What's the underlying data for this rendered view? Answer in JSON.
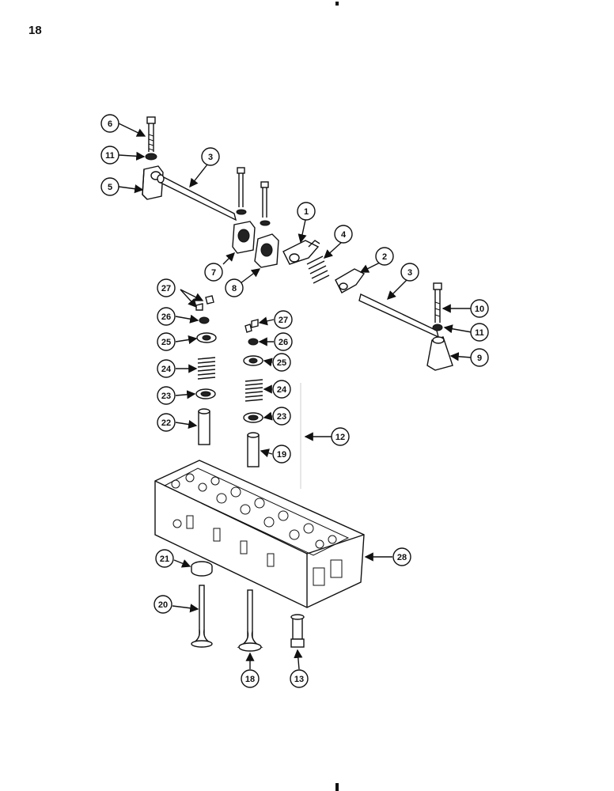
{
  "page": {
    "number": "18"
  },
  "callouts": [
    "1",
    "2",
    "3",
    "3",
    "4",
    "5",
    "6",
    "7",
    "8",
    "9",
    "10",
    "11",
    "11",
    "12",
    "13",
    "18",
    "19",
    "20",
    "21",
    "22",
    "23",
    "23",
    "24",
    "24",
    "25",
    "25",
    "26",
    "26",
    "27",
    "27",
    "28"
  ]
}
